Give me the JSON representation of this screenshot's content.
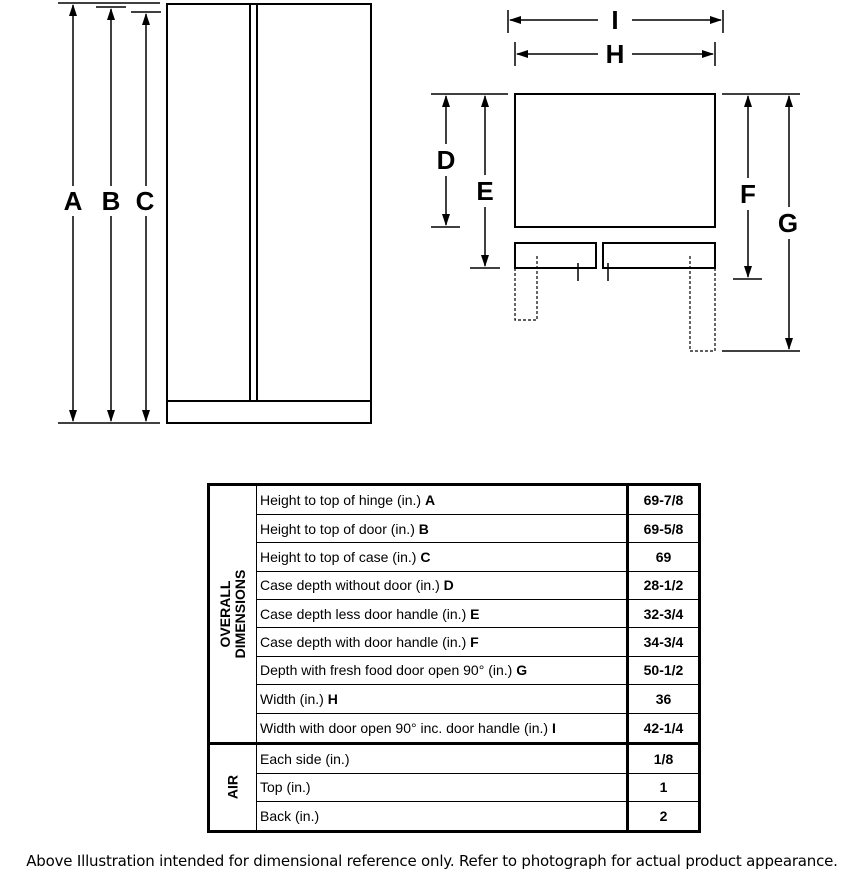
{
  "diagram": {
    "labels": {
      "A": "A",
      "B": "B",
      "C": "C",
      "D": "D",
      "E": "E",
      "F": "F",
      "G": "G",
      "H": "H",
      "I": "I"
    }
  },
  "table": {
    "groups": [
      {
        "label_lines": [
          "OVERALL",
          "DIMENSIONS"
        ],
        "rows": [
          {
            "text": "Height to top of hinge (in.) ",
            "letter": "A",
            "value": "69-7/8"
          },
          {
            "text": "Height to top of door (in.) ",
            "letter": "B",
            "value": "69-5/8"
          },
          {
            "text": "Height to top of case (in.) ",
            "letter": "C",
            "value": "69"
          },
          {
            "text": "Case depth without door (in.) ",
            "letter": "D",
            "value": "28-1/2"
          },
          {
            "text": "Case depth less door handle (in.) ",
            "letter": "E",
            "value": "32-3/4"
          },
          {
            "text": "Case depth with door handle (in.) ",
            "letter": "F",
            "value": "34-3/4"
          },
          {
            "text": "Depth with fresh food door open 90° (in.) ",
            "letter": "G",
            "value": "50-1/2"
          },
          {
            "text": "Width (in.) ",
            "letter": "H",
            "value": "36"
          },
          {
            "text": "Width with door open 90° inc. door handle (in.) ",
            "letter": "I",
            "value": "42-1/4"
          }
        ]
      },
      {
        "label_lines": [
          "AIR"
        ],
        "rows": [
          {
            "text": "Each side (in.)",
            "letter": "",
            "value": "1/8"
          },
          {
            "text": "Top (in.)",
            "letter": "",
            "value": "1"
          },
          {
            "text": "Back (in.)",
            "letter": "",
            "value": "2"
          }
        ]
      }
    ]
  },
  "footnote": "Above Illustration intended for dimensional reference only. Refer to photograph for actual product appearance."
}
